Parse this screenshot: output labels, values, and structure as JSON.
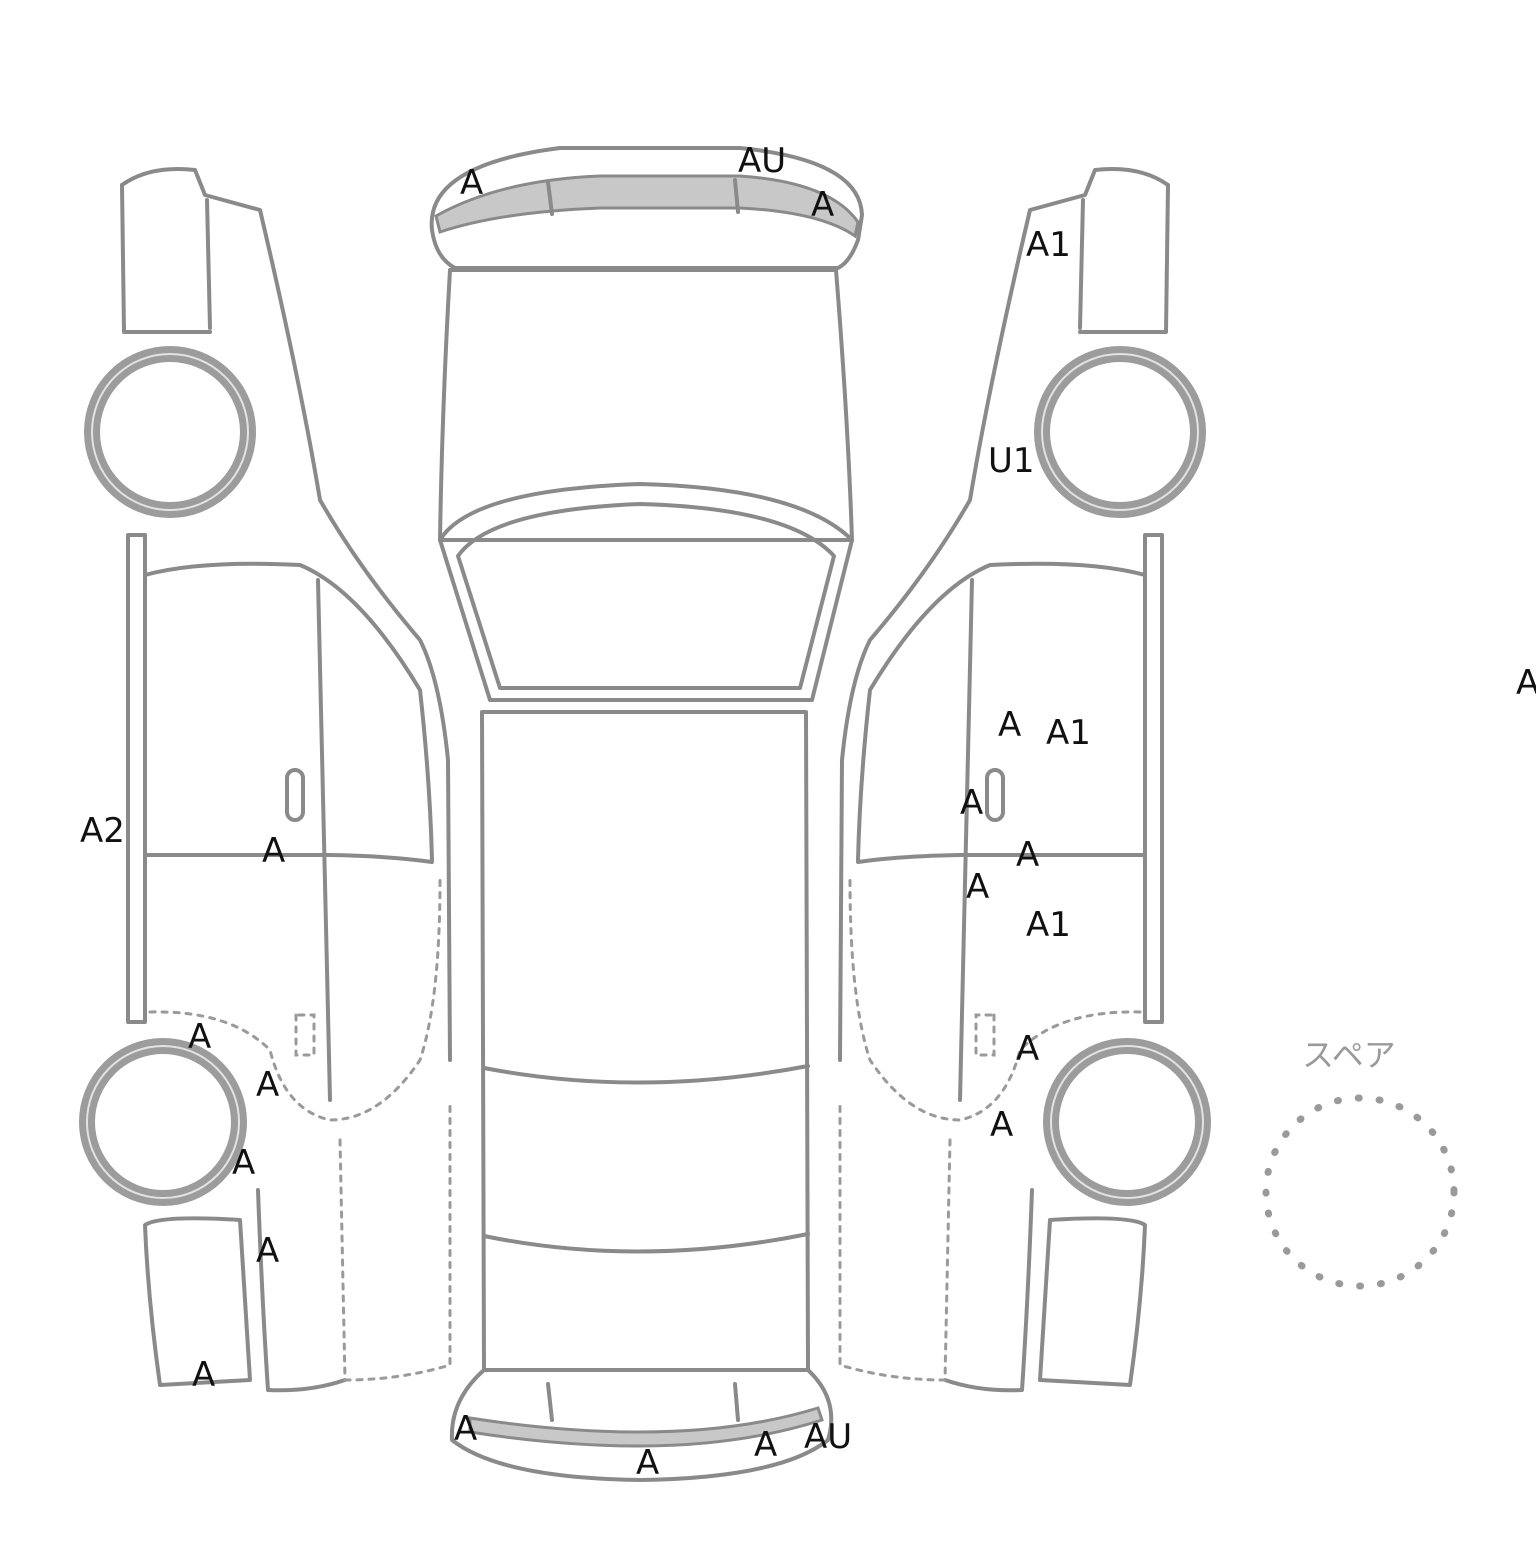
{
  "spare_label": "スペア",
  "damage_marks": [
    {
      "code": "A"
    },
    {
      "code": "AU"
    },
    {
      "code": "A"
    },
    {
      "code": "A1"
    },
    {
      "code": "U1"
    },
    {
      "code": "A"
    },
    {
      "code": "A1"
    },
    {
      "code": "A"
    },
    {
      "code": "A"
    },
    {
      "code": "A"
    },
    {
      "code": "A1"
    },
    {
      "code": "A"
    },
    {
      "code": "A"
    },
    {
      "code": "A2"
    },
    {
      "code": "A"
    },
    {
      "code": "A"
    },
    {
      "code": "A"
    },
    {
      "code": "A"
    },
    {
      "code": "A"
    },
    {
      "code": "A"
    },
    {
      "code": "A"
    },
    {
      "code": "A"
    },
    {
      "code": "A"
    },
    {
      "code": "AU"
    },
    {
      "code": "A"
    }
  ]
}
